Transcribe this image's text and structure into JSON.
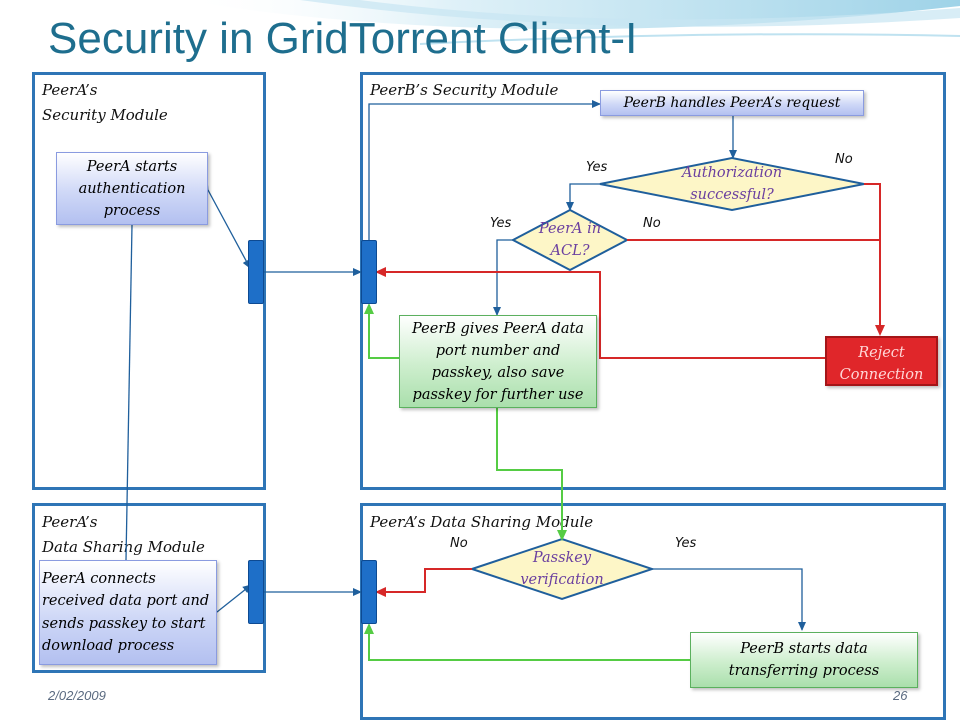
{
  "slide": {
    "title": "Security in GridTorrent Client-I",
    "date": "2/02/2009",
    "page_number": "26"
  },
  "panels": {
    "peera_security": {
      "line1": "PeerA’s",
      "line2": "Security Module"
    },
    "peerb_security": {
      "label": "PeerB’s  Security Module"
    },
    "peera_data": {
      "line1": "PeerA’s",
      "line2": "Data Sharing Module"
    },
    "peera_data_right": {
      "label": "PeerA’s  Data Sharing Module"
    }
  },
  "boxes": {
    "peera_starts_auth": "PeerA starts authentication process",
    "peerb_handles": "PeerB handles PeerA’s request",
    "peerb_gives": "PeerB gives PeerA data port number and passkey, also save passkey for further use",
    "reject": "Reject Connection",
    "peera_connects": "PeerA connects received data port and sends passkey to start download process",
    "peerb_starts": "PeerB starts data transferring process"
  },
  "decisions": {
    "authorization": {
      "line1": "Authorization",
      "line2": "successful?"
    },
    "acl": {
      "line1": "PeerA in",
      "line2": "ACL?"
    },
    "passkey": {
      "line1": "Passkey",
      "line2": "verification"
    }
  },
  "branch_labels": {
    "auth_yes": "Yes",
    "auth_no": "No",
    "acl_yes": "Yes",
    "acl_no": "No",
    "passkey_no": "No",
    "passkey_yes": "Yes"
  },
  "colors": {
    "title": "#1e6e8e",
    "panel_border": "#2e75b6",
    "port": "#1e6fc8",
    "flow_blue": "#1f5f9c",
    "flow_red": "#d62828",
    "flow_green": "#55cc44",
    "decision_fill": "#fdf6c7"
  }
}
